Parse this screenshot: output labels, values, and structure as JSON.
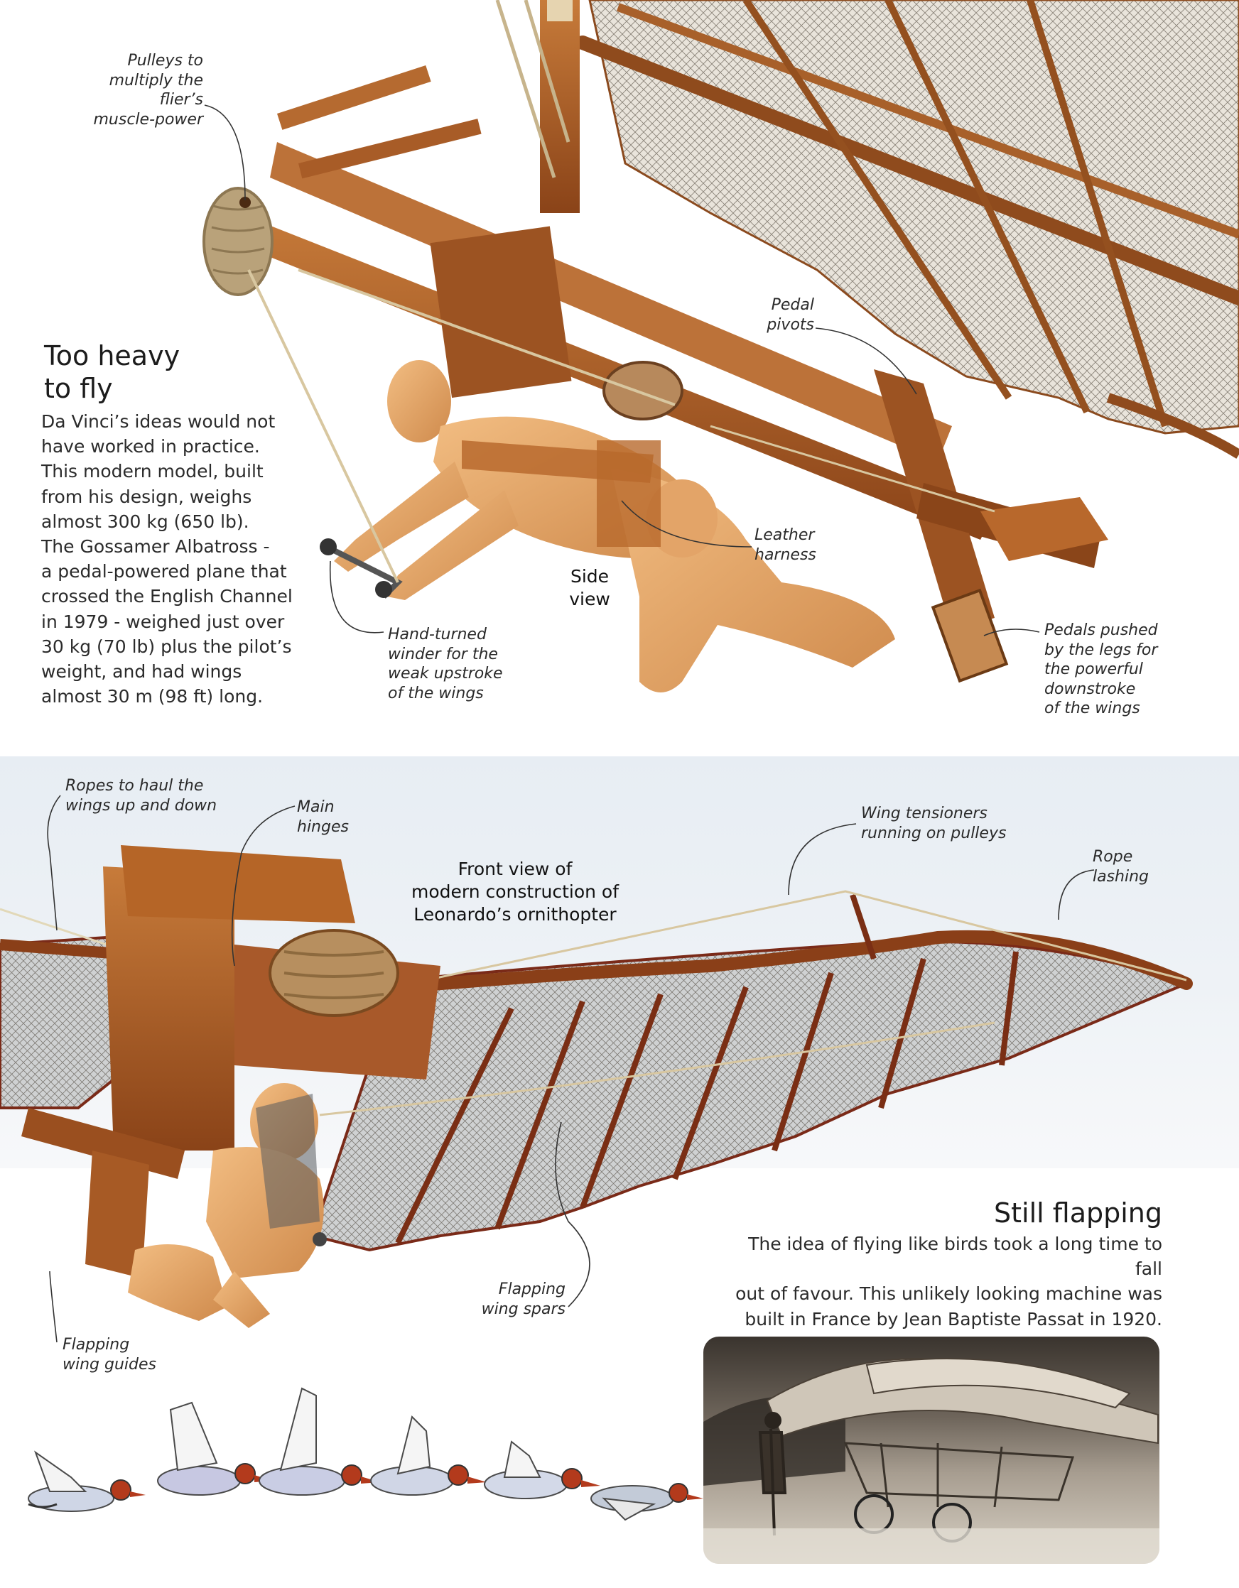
{
  "too_heavy": {
    "heading_line1": "Too heavy",
    "heading_line2": "to fly",
    "lines": [
      "Da Vinci’s ideas would not",
      "have worked in practice.",
      "This modern model, built",
      "from his design, weighs",
      "almost 300 kg (650 lb).",
      "The Gossamer Albatross -",
      "a pedal-powered plane that",
      "crossed the English Channel",
      "in 1979 - weighed just over",
      "30 kg (70 lb) plus the pilot’s",
      "weight, and had wings",
      "almost 30 m (98 ft) long."
    ]
  },
  "side_view": {
    "title": "Side\nview",
    "labels": {
      "pulleys": "Pulleys to\nmultiply the flier’s\nmuscle-power",
      "pedal_pivots": "Pedal\npivots",
      "leather_harness": "Leather\nharness",
      "hand_winder": "Hand-turned\nwinder for the\nweak upstroke\nof the wings",
      "pedals_pushed": "Pedals pushed\nby the legs for\nthe powerful\ndownstroke\nof the wings"
    }
  },
  "front_view": {
    "title": "Front view of\nmodern construction of\nLeonardo’s ornithopter",
    "labels": {
      "ropes": "Ropes to haul the\nwings up and down",
      "main_hinges": "Main\nhinges",
      "wing_tensioners": "Wing tensioners\nrunning on pulleys",
      "rope_lashing": "Rope\nlashing",
      "flapping_spars": "Flapping\nwing spars",
      "flapping_guides": "Flapping\nwing guides"
    }
  },
  "still_flapping": {
    "heading": "Still flapping",
    "lines": [
      "The idea of flying like birds took a long time to fall",
      "out of favour. This unlikely looking machine was",
      "built in France by Jean Baptiste Passat in 1920."
    ]
  },
  "colors": {
    "wood": "#b5652a",
    "wood_dark": "#7a3a14",
    "skin": "#e3a468",
    "rope": "#d8c7a0",
    "net": "#cfc9c0",
    "bg_lower": "#e9eef3"
  },
  "icons": [
    "duck-icon"
  ]
}
